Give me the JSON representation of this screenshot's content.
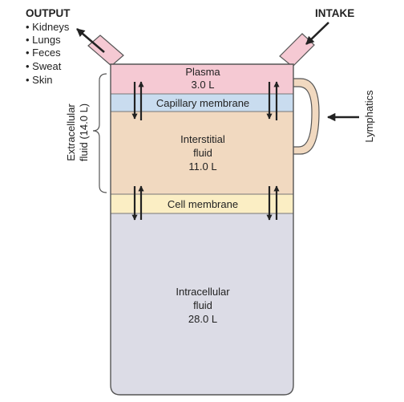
{
  "output": {
    "title": "OUTPUT",
    "items": [
      "Kidneys",
      "Lungs",
      "Feces",
      "Sweat",
      "Skin"
    ]
  },
  "intake": {
    "title": "INTAKE"
  },
  "compartments": {
    "plasma": {
      "name": "Plasma",
      "volume": "3.0 L"
    },
    "capillary_membrane": "Capillary membrane",
    "interstitial": {
      "line1": "Interstitial",
      "line2": "fluid",
      "volume": "11.0 L"
    },
    "cell_membrane": "Cell membrane",
    "intracellular": {
      "line1": "Intracellular",
      "line2": "fluid",
      "volume": "28.0 L"
    }
  },
  "extracellular_label": {
    "line1": "Extracellular",
    "line2": "fluid (14.0 L)"
  },
  "lymphatics_label": "Lymphatics",
  "colors": {
    "plasma": "#f5c9d3",
    "capillary_membrane": "#c9dcef",
    "interstitial": "#f1d9c0",
    "cell_membrane": "#fbeec4",
    "intracellular": "#dcdce6",
    "outline": "#555555",
    "arrow": "#222222"
  }
}
